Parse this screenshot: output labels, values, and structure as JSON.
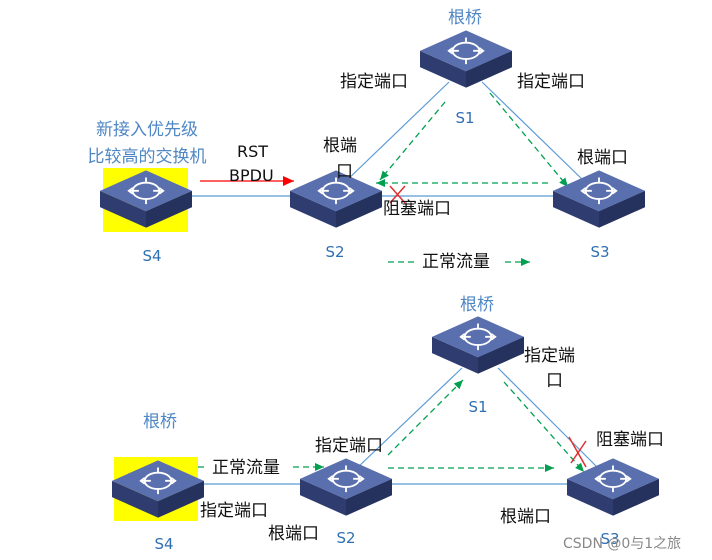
{
  "top": {
    "s1": {
      "name": "S1",
      "caption": "根桥"
    },
    "s2": {
      "name": "S2",
      "port": "根端\n口"
    },
    "s3": {
      "name": "S3",
      "port": "根端口"
    },
    "s4": {
      "name": "S4",
      "caption_line1": "新接入优先级",
      "caption_line2": "比较高的交换机"
    },
    "s1_left_port": "指定端口",
    "s1_right_port": "指定端口",
    "blocked_port": "阻塞端口",
    "rst_line1": "RST",
    "rst_line2": "BPDU",
    "legend": "正常流量"
  },
  "bottom": {
    "s1": {
      "name": "S1",
      "caption": "根桥"
    },
    "s1_port_line1": "指定端",
    "s1_port_line2": "口",
    "s2": {
      "name": "S2",
      "port_up": "指定端口",
      "port_root": "根端口"
    },
    "s3": {
      "name": "S3",
      "port_root": "根端口"
    },
    "s4": {
      "name": "S4",
      "caption": "根桥",
      "port": "指定端口"
    },
    "blocked_port": "阻塞端口",
    "flow_label": "正常流量"
  },
  "watermark": "CSDN @0与1之旅",
  "colors": {
    "switch_top": "#5a6fae",
    "switch_side": "#2e3c70",
    "highlight": "#ffff00",
    "link": "#5b9bd5",
    "flow": "#00a050",
    "rst_arrow": "#ff0000",
    "block_x": "#e03030"
  }
}
